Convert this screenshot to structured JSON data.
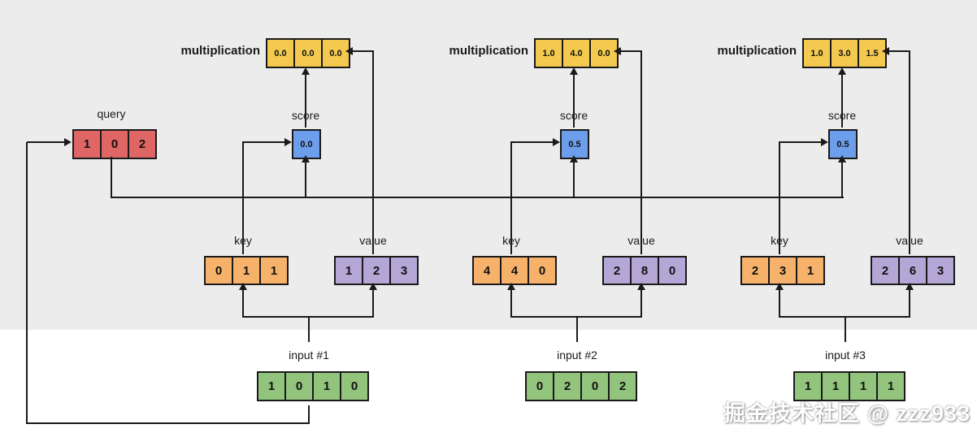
{
  "watermark": "掘金技术社区 @ zzz933",
  "colors": {
    "background_top": "#ececec",
    "background_bottom": "#ffffff",
    "query": "#e06666",
    "multiplication": "#f3ca4f",
    "score": "#6d9eeb",
    "key": "#f6b26b",
    "value": "#b4a7d6",
    "input": "#93c47d",
    "stroke": "#1a1a1a"
  },
  "query": {
    "label": "query",
    "cells": [
      "1",
      "0",
      "2"
    ]
  },
  "columns": [
    {
      "mult_label": "multiplication",
      "mult": [
        "0.0",
        "0.0",
        "0.0"
      ],
      "score_label": "score",
      "score": "0.0",
      "key_label": "key",
      "key": [
        "0",
        "1",
        "1"
      ],
      "value_label": "value",
      "value": [
        "1",
        "2",
        "3"
      ],
      "input_label": "input #1",
      "input": [
        "1",
        "0",
        "1",
        "0"
      ]
    },
    {
      "mult_label": "multiplication",
      "mult": [
        "1.0",
        "4.0",
        "0.0"
      ],
      "score_label": "score",
      "score": "0.5",
      "key_label": "key",
      "key": [
        "4",
        "4",
        "0"
      ],
      "value_label": "value",
      "value": [
        "2",
        "8",
        "0"
      ],
      "input_label": "input #2",
      "input": [
        "0",
        "2",
        "0",
        "2"
      ]
    },
    {
      "mult_label": "multiplication",
      "mult": [
        "1.0",
        "3.0",
        "1.5"
      ],
      "score_label": "score",
      "score": "0.5",
      "key_label": "key",
      "key": [
        "2",
        "3",
        "1"
      ],
      "value_label": "value",
      "value": [
        "2",
        "6",
        "3"
      ],
      "input_label": "input #3",
      "input": [
        "1",
        "1",
        "1",
        "1"
      ]
    }
  ]
}
